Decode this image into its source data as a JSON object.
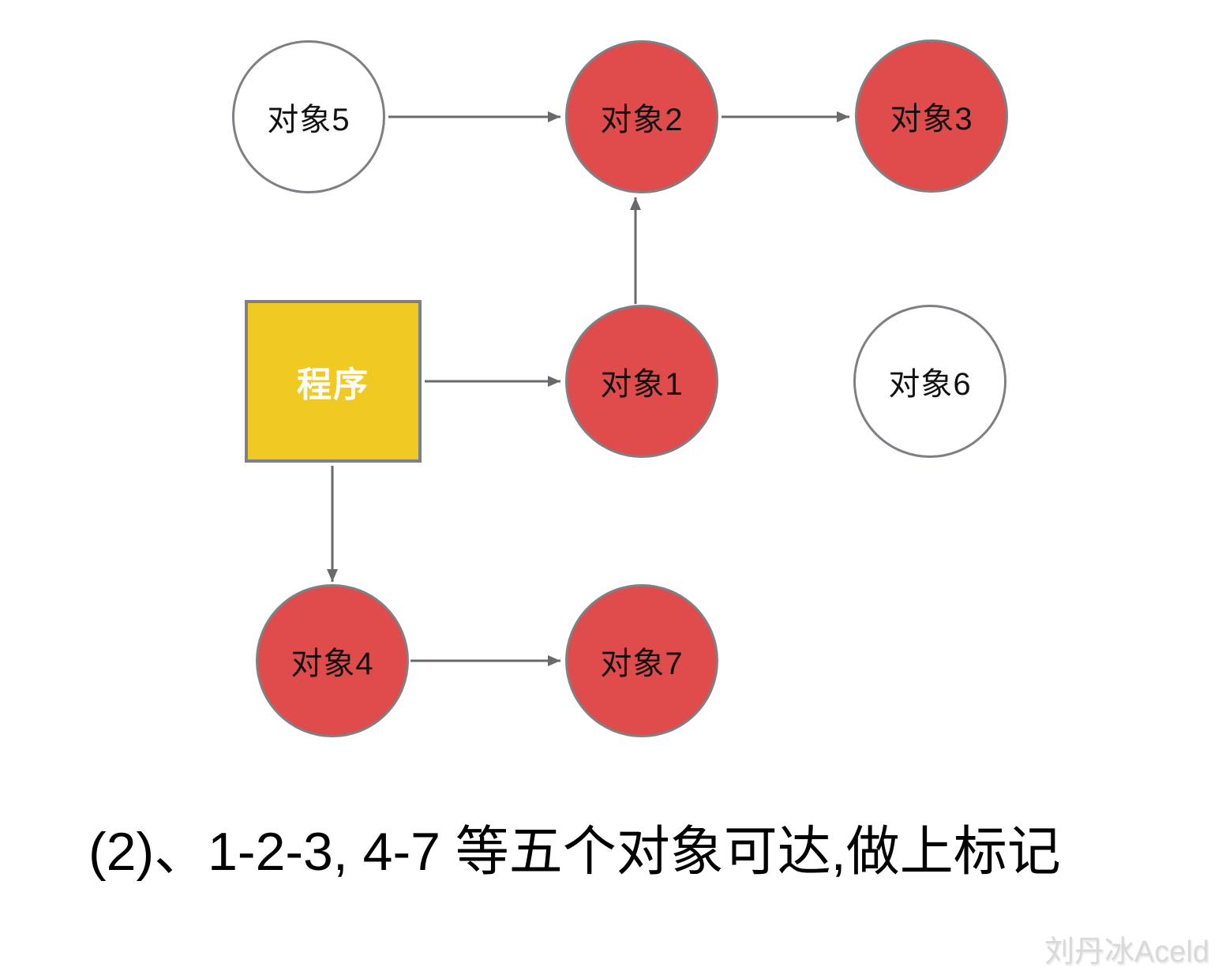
{
  "colors": {
    "marked-fill": "#E04B4B",
    "unmarked-fill": "#FFFFFF",
    "program-fill": "#F0C923",
    "node-border": "#7F8085",
    "arrow": "#6A6A6A",
    "caption-text": "#000000",
    "watermark-text": "#D9D9D9"
  },
  "diagram": {
    "program": {
      "label": "程序",
      "marked": true,
      "shape": "square"
    },
    "nodes": {
      "obj1": {
        "label": "对象1",
        "marked": true
      },
      "obj2": {
        "label": "对象2",
        "marked": true
      },
      "obj3": {
        "label": "对象3",
        "marked": true
      },
      "obj4": {
        "label": "对象4",
        "marked": true
      },
      "obj5": {
        "label": "对象5",
        "marked": false
      },
      "obj6": {
        "label": "对象6",
        "marked": false
      },
      "obj7": {
        "label": "对象7",
        "marked": true
      }
    },
    "edges": [
      {
        "from": "对象5",
        "to": "对象2"
      },
      {
        "from": "对象2",
        "to": "对象3"
      },
      {
        "from": "对象1",
        "to": "对象2"
      },
      {
        "from": "程序",
        "to": "对象1"
      },
      {
        "from": "程序",
        "to": "对象4"
      },
      {
        "from": "对象4",
        "to": "对象7"
      }
    ]
  },
  "caption": "(2)、1-2-3, 4-7 等五个对象可达,做上标记",
  "watermark": "刘丹冰Aceld"
}
